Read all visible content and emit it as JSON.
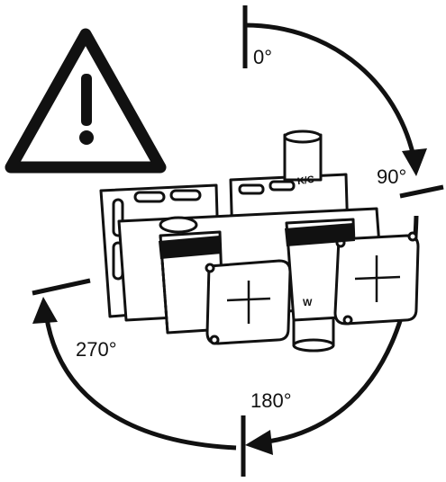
{
  "angles": {
    "a0": "0°",
    "a90": "90°",
    "a180": "180°",
    "a270": "270°"
  },
  "valve_marks": {
    "hot_cold": "K/C",
    "w": "W"
  },
  "icons": {
    "warning": "warning-triangle-icon",
    "rotation": "rotation-arrow-icon",
    "cross": "cross-mark-icon"
  },
  "colors": {
    "ink": "#111111",
    "paper": "#ffffff"
  }
}
